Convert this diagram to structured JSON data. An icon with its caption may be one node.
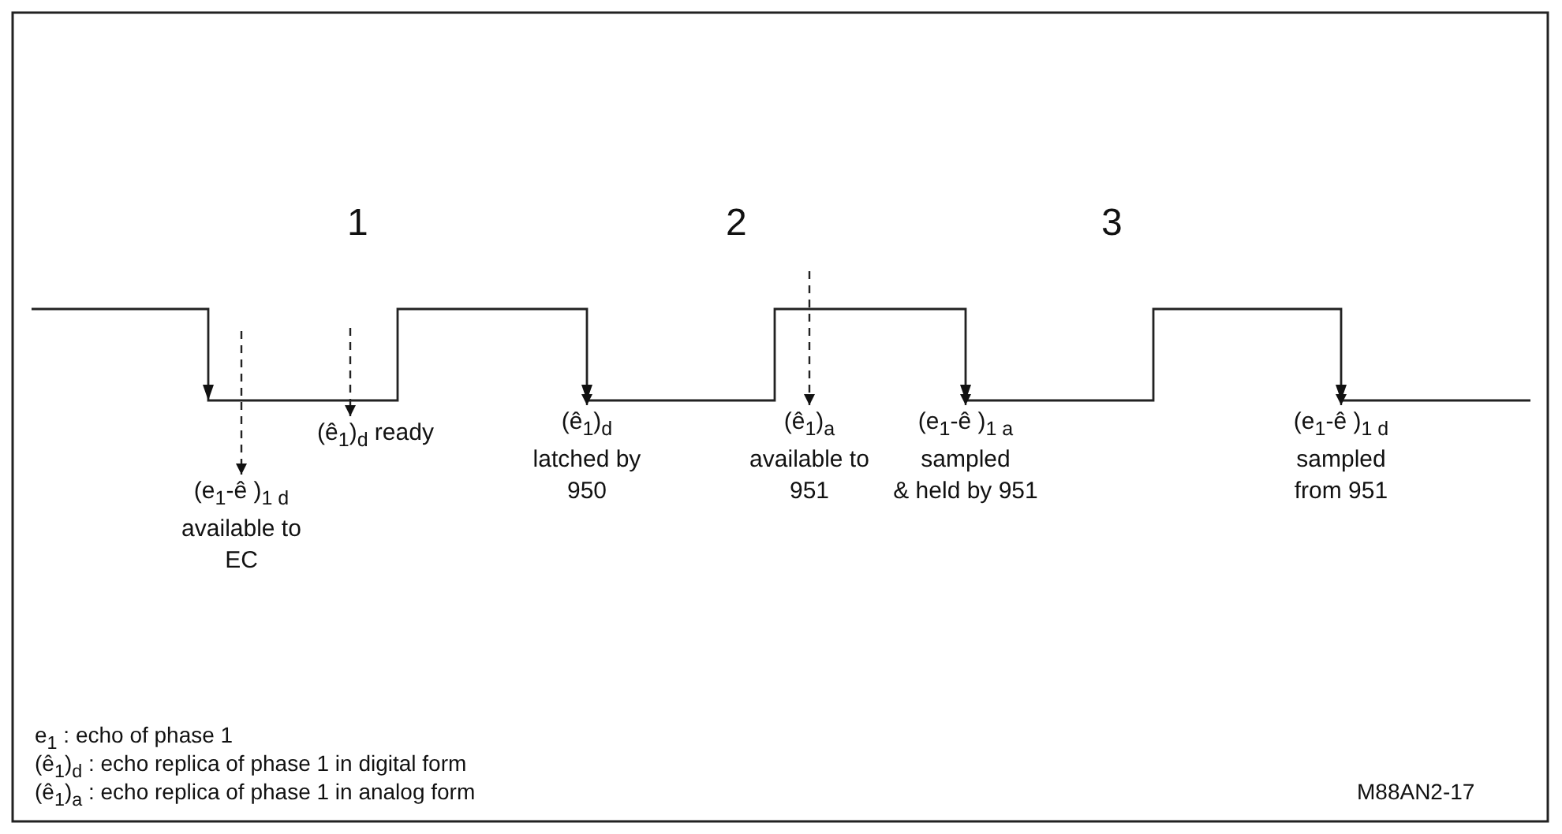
{
  "diagram": {
    "nodes": [
      {
        "text": [
          "(e$_{1}$-ê )$_{1 d}$",
          "available to EC"
        ]
      },
      {
        "text": [
          "(ê$_{1}$)$_{d}$  ready"
        ]
      },
      {
        "text": [
          "(ê$_{1}$)$_{d}$",
          "latched by 950"
        ]
      },
      {
        "text": [
          "(ê$_{1}$)$_{a}$",
          "available to 951"
        ]
      },
      {
        "text": [
          "(e$_{1}$-ê )$_{1 a}$",
          "sampled",
          "& held by 951"
        ]
      },
      {
        "text": [
          "(e$_{1}$-ê )$_{1 d}$",
          "sampled from 951"
        ]
      }
    ],
    "edges": [
      {
        "from": null,
        "to": 0,
        "arrow": "to",
        "style": "dashed"
      },
      {
        "from": null,
        "to": 1,
        "arrow": "to",
        "style": "dashed"
      },
      {
        "from": null,
        "to": 2,
        "arrow": "to",
        "style": "dashed"
      },
      {
        "from": null,
        "to": 3,
        "arrow": "to",
        "style": "dashed"
      },
      {
        "from": null,
        "to": 4,
        "arrow": "to",
        "style": "dashed"
      },
      {
        "from": null,
        "to": 5,
        "arrow": "to",
        "style": "dashed"
      }
    ],
    "labels": [
      "1",
      "2",
      "3",
      "e$_{1}$ : echo of phase 1",
      "(ê$_{1}$)$_{d}$ : echo replica of phase 1 in digital form",
      "(ê$_{1}$)$_{a}$ : echo replica of phase 1 in analog form",
      "M88AN2-17"
    ]
  }
}
